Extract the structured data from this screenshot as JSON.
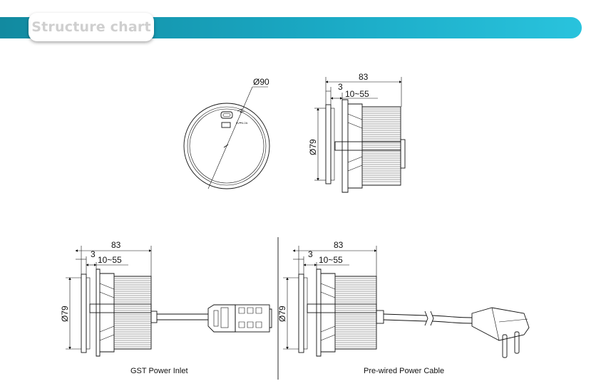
{
  "header": {
    "title": "Structure chart"
  },
  "top_view": {
    "diameter_label": "Ø90",
    "usb_label": "5V⎓4.2A"
  },
  "side_view": {
    "total_label": "83",
    "flange_label": "3",
    "range_label": "10~55",
    "height_label": "Ø79"
  },
  "gst_view": {
    "total_label": "83",
    "flange_label": "3",
    "range_label": "10~55",
    "height_label": "Ø79",
    "caption": "GST Power Inlet"
  },
  "cable_view": {
    "total_label": "83",
    "flange_label": "3",
    "range_label": "10~55",
    "height_label": "Ø79",
    "caption": "Pre-wired Power Cable"
  }
}
